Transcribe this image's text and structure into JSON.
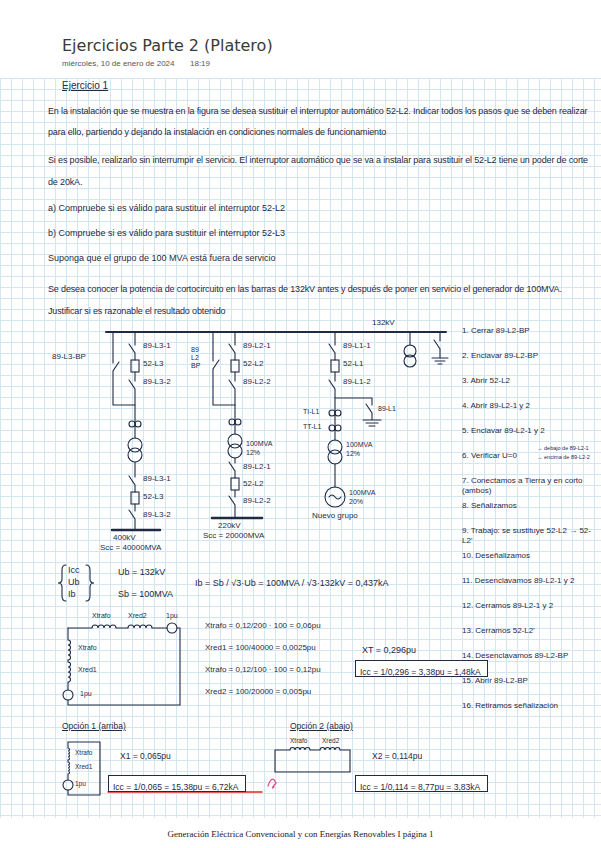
{
  "diagram": {
    "title": "Ejercicios Parte 2 (Platero)",
    "caption": "Generación Eléctrica Convencional y con Energías Renovables I página 1",
    "nodes": [
      {
        "text": [
          "Icc = 1/0,296 = 3,38pu = 1,48kA"
        ]
      },
      {
        "text": [
          "Icc = 1/0,065 = 15,38pu = 6,72kA"
        ]
      },
      {
        "text": [
          "Icc = 1/0,114 = 8,77pu = 3,83kA"
        ]
      }
    ],
    "labels": [
      "miércoles, 10 de enero de 2024",
      "18:19",
      "Ejercicio 1",
      "En la instalación que se muestra en la figura se desea sustituir el interruptor automático 52-L2. Indicar todos los pasos que se deben realizar para ello, partiendo y dejando la instalación en condiciones normales de funcionamiento",
      "Si es posible, realizarlo sin interrumpir el servicio. El interruptor automático que se va a instalar para sustituir el 52-L2 tiene un poder de corte de 20kA.",
      "a) Compruebe si es válido para sustituir el interruptor 52-L2",
      "b) Compruebe si es válido para sustituir el interruptor 52-L3",
      "Suponga que el grupo de 100 MVA está fuera de servicio",
      "Se desea conocer la potencia de cortocircuito en las barras de 132kV antes y después de poner en servicio el generador de 100MVA. Justificar si es razonable el resultado obtenido",
      "132kV",
      "89-L3-BP",
      "89-L3-1",
      "52-L3",
      "89-L3-2",
      "89 L2 BP",
      "89-L2-1",
      "52-L2",
      "89-L2-2",
      "89-L1-1",
      "52-L1",
      "89-L1-2",
      "89-L1",
      "TI-L1",
      "TT-L1",
      "100MVA 12%",
      "100MVA 12%",
      "100MVA 20%",
      "Nuevo grupo",
      "89-L3-1",
      "52-L3",
      "89-L3-2",
      "400kV",
      "Scc = 40000MVA",
      "89-L2-1",
      "52-L2",
      "89-L2-2",
      "220kV",
      "Scc = 20000MVA",
      "1. Cerrar 89-L2-BP",
      "2. Enclavar 89-L2-BP",
      "3. Abrir 52-L2",
      "4. Abrir 89-L2-1 y 2",
      "5. Enclavar 89-L2-1 y 2",
      "6. Verificar U=0",
      "7. Conectamos a Tierra y en corto (ambos)",
      "8. Señalizamos",
      "9. Trabajo: se sustituye 52-L2 → 52-L2'",
      "10. Deseñalizamos",
      "11. Desenclavamos 89-L2-1 y 2",
      "12. Cerramos 89-L2-1 y 2",
      "13. Cerramos 52-L2'",
      "14. Desenclavamos 89-L2-BP",
      "15. Abrir 89-L2-BP",
      "16. Retiramos señalización",
      "→ debajo de 89-L2-1",
      "→ encima de 89-L2-2",
      "Icc",
      "Ub",
      "Ib",
      "Ub = 132kV",
      "Sb = 100MVA",
      "Ib = Sb / √3·Ub = 100MVA / √3·132kV = 0,437kA",
      "Xtrafo",
      "Xred2",
      "1pu",
      "Xtrafo",
      "Xred1",
      "1pu",
      "Xtrafo = 0,12/200 · 100 = 0,06pu",
      "Xred1 = 100/40000 = 0,0025pu",
      "Xtrafo = 0,12/100 · 100 = 0,12pu",
      "Xred2 = 100/20000 = 0,005pu",
      "XT = 0,296pu",
      "Opción 1 (arriba)",
      "Xtrafo",
      "Xred1",
      "1pu",
      "X1 = 0,065pu",
      "Opción 2 (abajo)",
      "Xtrafo",
      "Xred2",
      "X2 = 0,114pu"
    ]
  }
}
